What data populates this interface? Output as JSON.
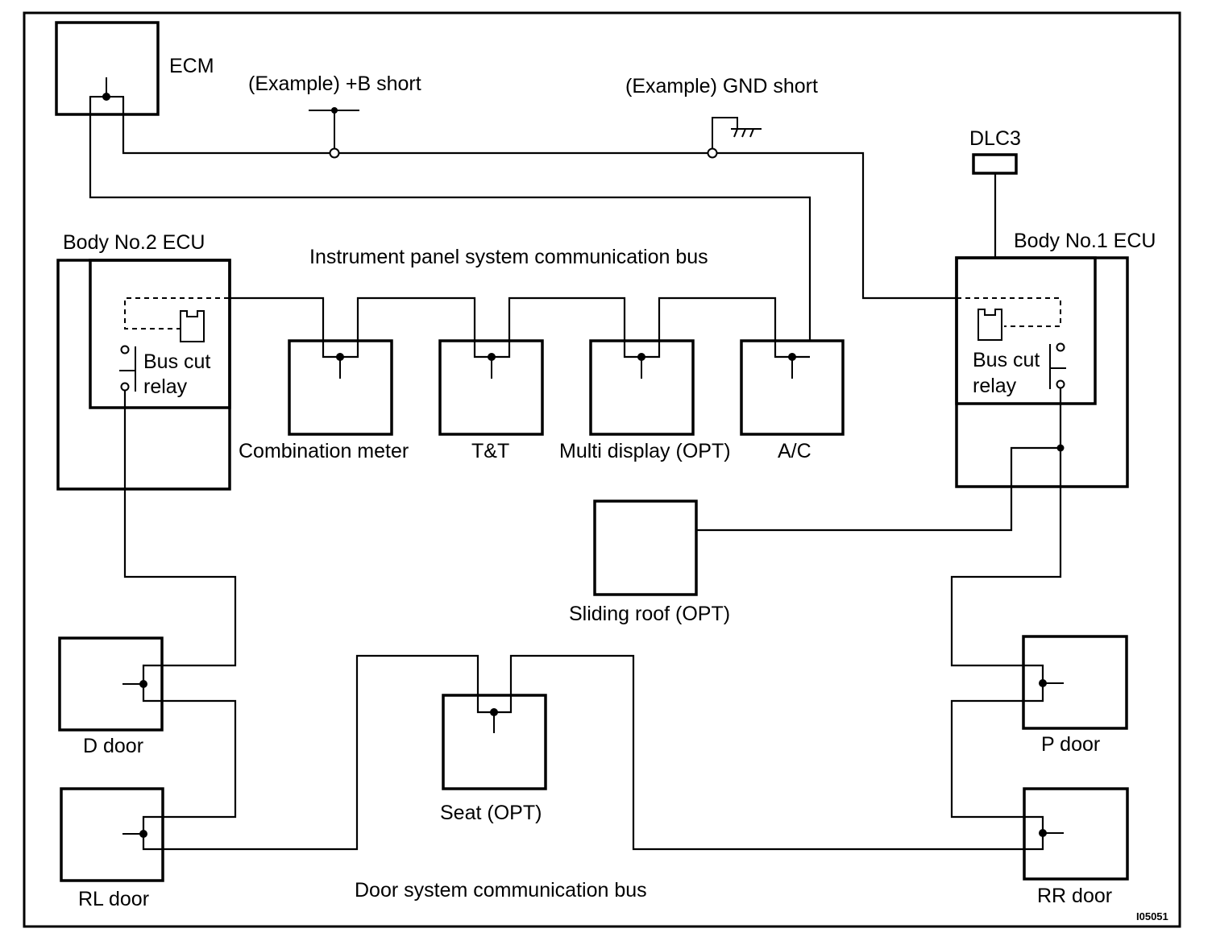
{
  "labels": {
    "ecm": "ECM",
    "b_short": "(Example) +B short",
    "gnd_short": "(Example) GND short",
    "dlc3": "DLC3",
    "body2": "Body No.2 ECU",
    "body1": "Body No.1 ECU",
    "ip_bus": "Instrument panel system communication bus",
    "relay2_line1": "Bus cut",
    "relay2_line2": "relay",
    "relay1_line1": "Bus cut",
    "relay1_line2": "relay",
    "combination_meter": "Combination meter",
    "tt": "T&T",
    "multi_display": "Multi display (OPT)",
    "ac": "A/C",
    "sliding_roof": "Sliding roof (OPT)",
    "d_door": "D door",
    "rl_door": "RL door",
    "seat": "Seat (OPT)",
    "p_door": "P door",
    "rr_door": "RR door",
    "door_bus": "Door system communication bus",
    "figure_id": "I05051"
  }
}
